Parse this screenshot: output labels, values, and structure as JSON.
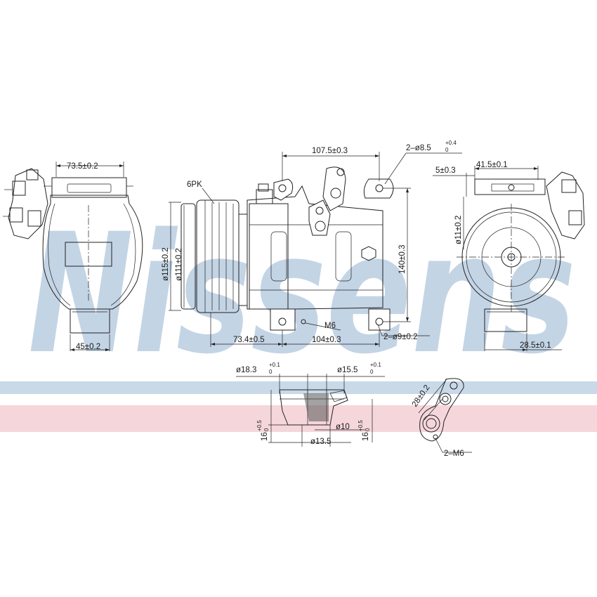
{
  "colors": {
    "watermark": "#b9cde0",
    "band_blue": "#c9d9e8",
    "band_pink": "#f5d6db",
    "line": "#222222"
  },
  "watermark": {
    "text": "Nissens"
  },
  "left_view": {
    "top_width": "73.5±0.2",
    "bottom_width": "45±0.2"
  },
  "side_view": {
    "pulley_label": "6PK",
    "dia_outer": "ø115±0.2",
    "dia_inner": "ø111±0.2",
    "top_length": "107.5±0.3",
    "top_holes_main": "2–ø8.5",
    "top_holes_tol_upper": "+0.4",
    "top_holes_tol_lower": "0",
    "height": "140±0.3",
    "thread": "M6",
    "bottom_left": "73.4±0.5",
    "bottom_right": "104±0.3",
    "bottom_holes": "2–ø9±0.2"
  },
  "right_view": {
    "width_top": "41.5±0.1",
    "offset": "5±0.3",
    "dia": "ø11±0.2",
    "bottom_width": "28.5±0.1"
  },
  "fitting_detail": {
    "dia_left_main": "ø18.3",
    "dia_left_tol_upper": "+0.1",
    "dia_left_tol_lower": "0",
    "dia_right_main": "ø15.5",
    "dia_right_tol_upper": "+0.1",
    "dia_right_tol_lower": "0",
    "height_left_main": "16",
    "height_left_tol_upper": "+0.5",
    "height_left_tol_lower": "0",
    "height_right_main": "16",
    "height_right_tol_upper": "+0.5",
    "height_right_tol_lower": "0",
    "dia_small": "ø10",
    "dia_bottom": "ø13.5"
  },
  "port_detail": {
    "spacing": "28±0.2",
    "thread": "2–M6"
  }
}
